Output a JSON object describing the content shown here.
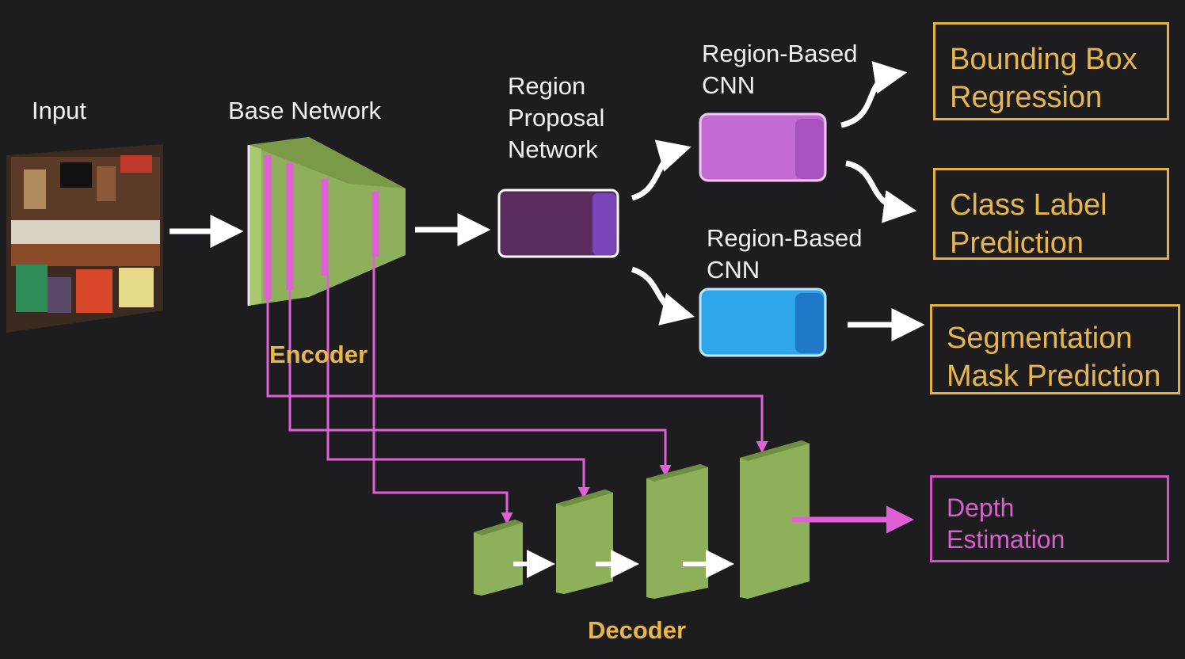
{
  "labels": {
    "input": "Input",
    "base_network": "Base Network",
    "rpn": "Region\nProposal\nNetwork",
    "rcnn_top": "Region-Based\nCNN",
    "rcnn_bottom": "Region-Based\nCNN",
    "encoder": "Encoder",
    "decoder": "Decoder"
  },
  "outputs": {
    "bbox": "Bounding Box\nRegression",
    "class": "Class Label\nPrediction",
    "segmentation": "Segmentation\nMask Prediction",
    "depth": "Depth\nEstimation"
  },
  "colors": {
    "background": "#1d1d1f",
    "encoder_green": "#8fb05a",
    "skip_magenta": "#e060d8",
    "output_gold": "#e3b23c",
    "depth_magenta": "#d452c8",
    "rpn_purple": "#5a2d5e",
    "rcnn_violet": "#c46ad4",
    "rcnn_blue": "#2ea6ea"
  }
}
